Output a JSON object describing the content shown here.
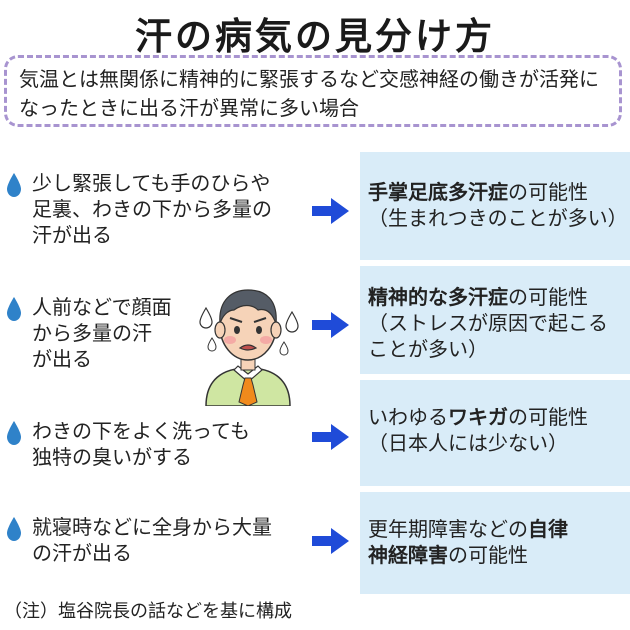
{
  "title": "汗の病気の見分け方",
  "intro": "気温とは無関係に精神的に緊張するなど交感神経の働きが活発になったときに出る汗が異常に多い場合",
  "colors": {
    "drop": "#2f82c9",
    "arrow": "#1f4bd8",
    "panel": "#d9ecf8",
    "border": "#a894d0"
  },
  "rows": [
    {
      "symptom": "少し緊張しても手のひらや\n足裏、わきの下から多量の\n汗が出る",
      "result_bold": "手掌足底多汗症",
      "result_rest": "の可能性\n（生まれつきのことが多い）"
    },
    {
      "symptom": "人前などで顔面\nから多量の汗\nが出る",
      "result_bold": "精神的な多汗症",
      "result_rest": "の可能性\n（ストレスが原因で起こる\nことが多い）"
    },
    {
      "symptom": "わきの下をよく洗っても\n独特の臭いがする",
      "result_pre": "いわゆる",
      "result_bold": "ワキガ",
      "result_rest": "の可能性\n（日本人には少ない）"
    },
    {
      "symptom": "就寝時などに全身から大量\nの汗が出る",
      "result_pre": "更年期障害などの",
      "result_bold": "自律\n神経障害",
      "result_rest": "の可能性"
    }
  ],
  "footnote": "（注）塩谷院長の話などを基に構成"
}
